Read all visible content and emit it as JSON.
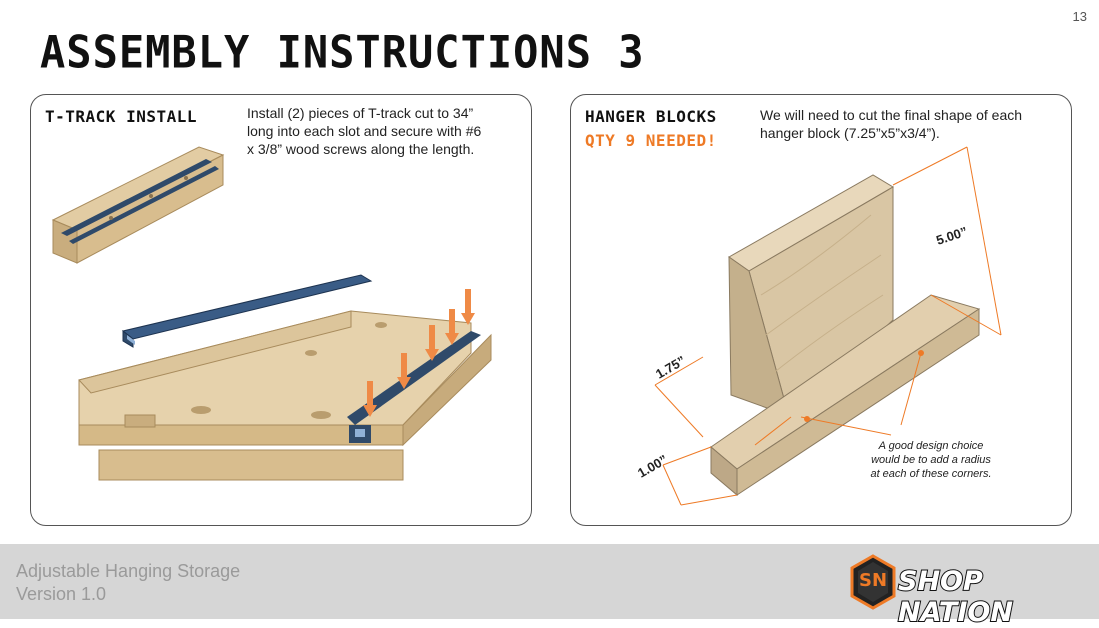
{
  "page": {
    "number": "13",
    "title": "ASSEMBLY INSTRUCTIONS 3"
  },
  "left_panel": {
    "heading": "T-TRACK INSTALL",
    "instructions": [
      "Install (2) pieces of T-track cut to 34”",
      "long into each slot and secure with #6",
      "x 3/8” wood screws along the length."
    ]
  },
  "right_panel": {
    "heading": "HANGER BLOCKS",
    "quantity": "QTY 9 NEEDED!",
    "instructions": [
      "We will need to cut the final shape of each",
      "hanger block (7.25”x5”x3/4”)."
    ],
    "dimensions": {
      "height": "5.00”",
      "depth": "1.75”",
      "base": "1.00”"
    },
    "note": [
      "A good design choice",
      "would be to add a radius",
      "at each of these corners."
    ]
  },
  "footer": {
    "line1": "Adjustable Hanging Storage",
    "line2": "Version 1.0",
    "logo_text": "SHOP NATION",
    "logo_letters": "SN"
  },
  "colors": {
    "accent": "#ee7a26",
    "wood": "#dcc59b",
    "track": "#2f4a6a",
    "footer_bg": "#d6d6d6"
  }
}
